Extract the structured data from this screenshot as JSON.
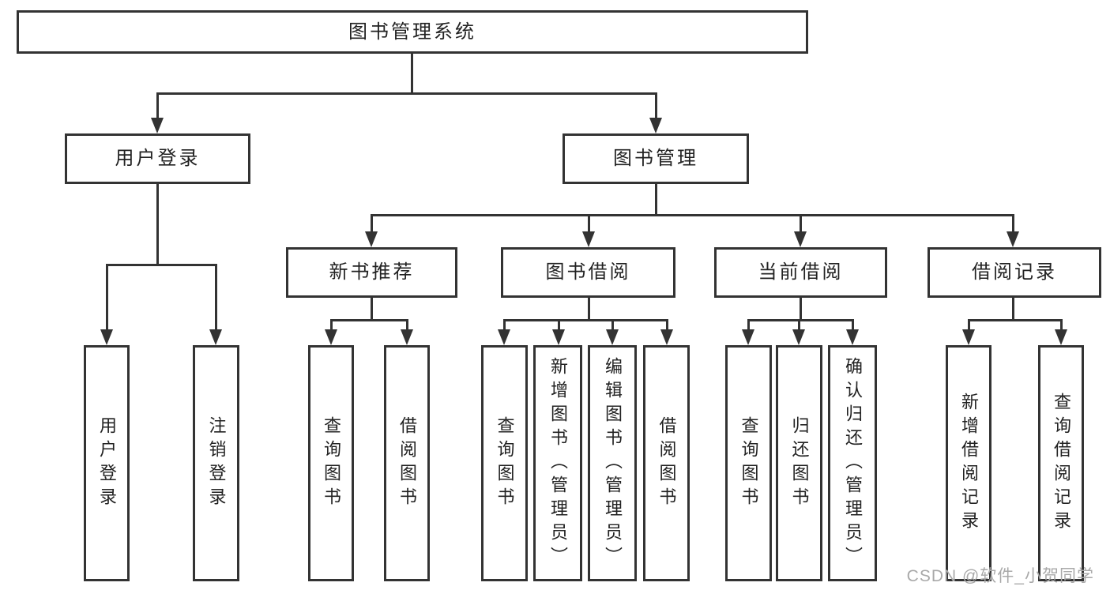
{
  "diagram": {
    "root": {
      "label": "图书管理系统"
    },
    "level2": [
      {
        "label": "用户登录"
      },
      {
        "label": "图书管理"
      }
    ],
    "level3": [
      {
        "label": "新书推荐"
      },
      {
        "label": "图书借阅"
      },
      {
        "label": "当前借阅"
      },
      {
        "label": "借阅记录"
      }
    ],
    "leaves": [
      {
        "label": "用户登录"
      },
      {
        "label": "注销登录"
      },
      {
        "label": "查询图书"
      },
      {
        "label": "借阅图书"
      },
      {
        "label": "查询图书"
      },
      {
        "label": "新增图书（管理员）"
      },
      {
        "label": "编辑图书（管理员）"
      },
      {
        "label": "借阅图书"
      },
      {
        "label": "查询图书"
      },
      {
        "label": "归还图书"
      },
      {
        "label": "确认归还（管理员）"
      },
      {
        "label": "新增借阅记录"
      },
      {
        "label": "查询借阅记录"
      }
    ]
  },
  "watermark": {
    "text": "CSDN @软件_小贺同学"
  },
  "colors": {
    "line": "#333333",
    "text": "#222222",
    "watermark": "#a9a9a9",
    "background": "#ffffff"
  }
}
